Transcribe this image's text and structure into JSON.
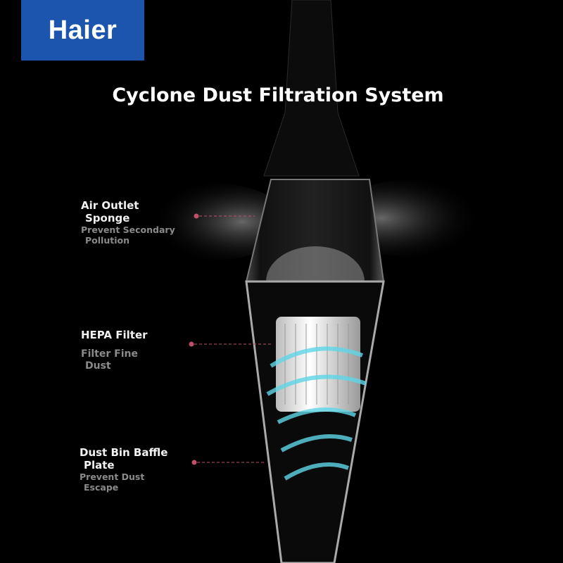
{
  "brand": {
    "logo_text": "Haier",
    "logo_color": "#1b55ad"
  },
  "title": "Cyclone Dust Filtration System",
  "callouts": [
    {
      "heading_1": "Air Outlet",
      "heading_2": "Sponge",
      "desc_1": "Prevent Secondary",
      "desc_2": "Pollution"
    },
    {
      "heading_1": "HEPA Filter",
      "desc_1": "Filter Fine",
      "desc_2": "Dust"
    },
    {
      "heading_1": "Dust Bin Baffle",
      "heading_2": "Plate",
      "desc_1": "Prevent Dust",
      "desc_2": "Escape"
    }
  ],
  "colors": {
    "marker": "#c0506a",
    "swirl": "#5fd6e6"
  }
}
